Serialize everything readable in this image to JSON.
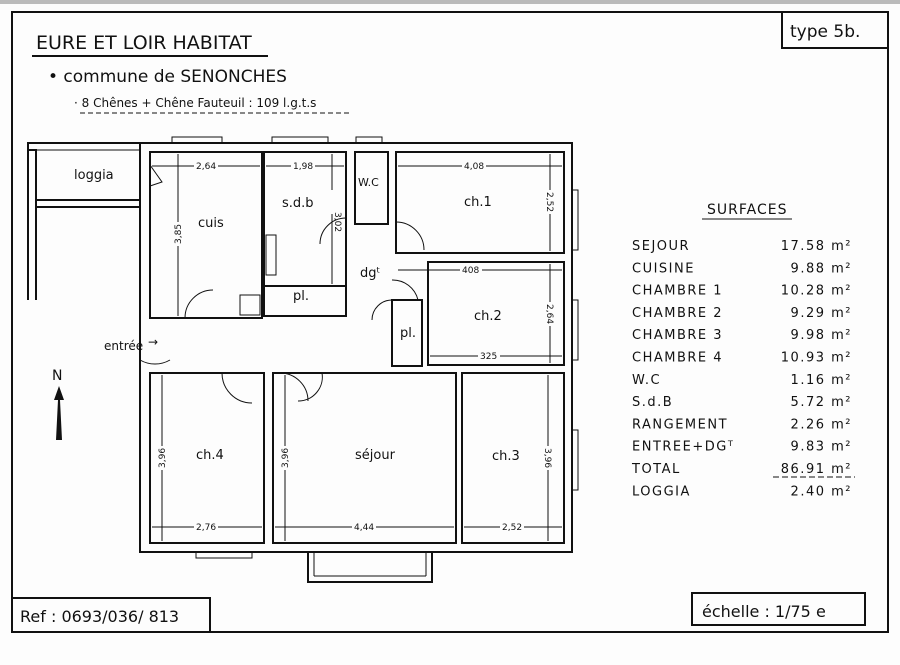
{
  "header": {
    "organization": "EURE ET LOIR HABITAT",
    "commune": "• commune de SENONCHES",
    "project": "· 8 Chênes + Chêne Fauteuil : 109 l.g.t.s",
    "type": "type 5b."
  },
  "rooms": {
    "loggia": "loggia",
    "cuis": "cuis",
    "sdb": "s.d.b",
    "wc": "W.C",
    "ch1": "ch.1",
    "dgt": "dgᵗ",
    "pl1": "pl.",
    "pl2": "pl.",
    "ch2": "ch.2",
    "entree": "entrée",
    "ch4": "ch.4",
    "sejour": "séjour",
    "ch3": "ch.3"
  },
  "dimensions": {
    "cuis_w": "2,64",
    "cuis_h": "3,85",
    "sdb_w": "1,98",
    "sdb_h": "3,02",
    "ch1_w": "4,08",
    "ch1_h": "2,52",
    "ch2_w_top": "408",
    "ch2_w": "325",
    "ch2_h": "2,64",
    "ch4_w": "2,76",
    "ch4_h": "3,96",
    "sejour_w": "4,44",
    "sejour_h": "3,96",
    "ch3_w": "2,52",
    "ch3_h": "3,96"
  },
  "north": "N",
  "surfaces": {
    "title": "SURFACES",
    "rows": [
      {
        "label": "SEJOUR",
        "value": "17.58 m²"
      },
      {
        "label": "CUISINE",
        "value": "9.88 m²"
      },
      {
        "label": "CHAMBRE 1",
        "value": "10.28 m²"
      },
      {
        "label": "CHAMBRE 2",
        "value": "9.29 m²"
      },
      {
        "label": "CHAMBRE 3",
        "value": "9.98 m²"
      },
      {
        "label": "CHAMBRE 4",
        "value": "10.93 m²"
      },
      {
        "label": "W.C",
        "value": "1.16 m²"
      },
      {
        "label": "S.d.B",
        "value": "5.72 m²"
      },
      {
        "label": "RANGEMENT",
        "value": "2.26 m²"
      },
      {
        "label": "ENTREE+DGᵀ",
        "value": "9.83 m²"
      },
      {
        "label": "TOTAL",
        "value": "86.91 m²"
      },
      {
        "label": "LOGGIA",
        "value": "2.40 m²"
      }
    ]
  },
  "footer": {
    "ref": "Ref : 0693/036/ 813",
    "scale": "échelle : 1/75 e"
  }
}
